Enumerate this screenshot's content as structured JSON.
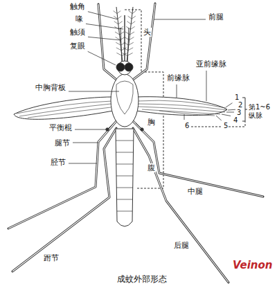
{
  "diagram": {
    "caption": "成蚊外部形态",
    "labels": [
      "触角",
      "喙",
      "触须",
      "复眼",
      "头",
      "前腿",
      "中胸背板",
      "亚前缘脉",
      "前缘脉",
      "胸",
      "1",
      "2",
      "3",
      "4",
      "第1~6 纵脉",
      "5",
      "6",
      "平衡棍",
      "腿节",
      "胫节",
      "腹",
      "中腿",
      "后腿",
      "跗节",
      "Veinon"
    ]
  }
}
